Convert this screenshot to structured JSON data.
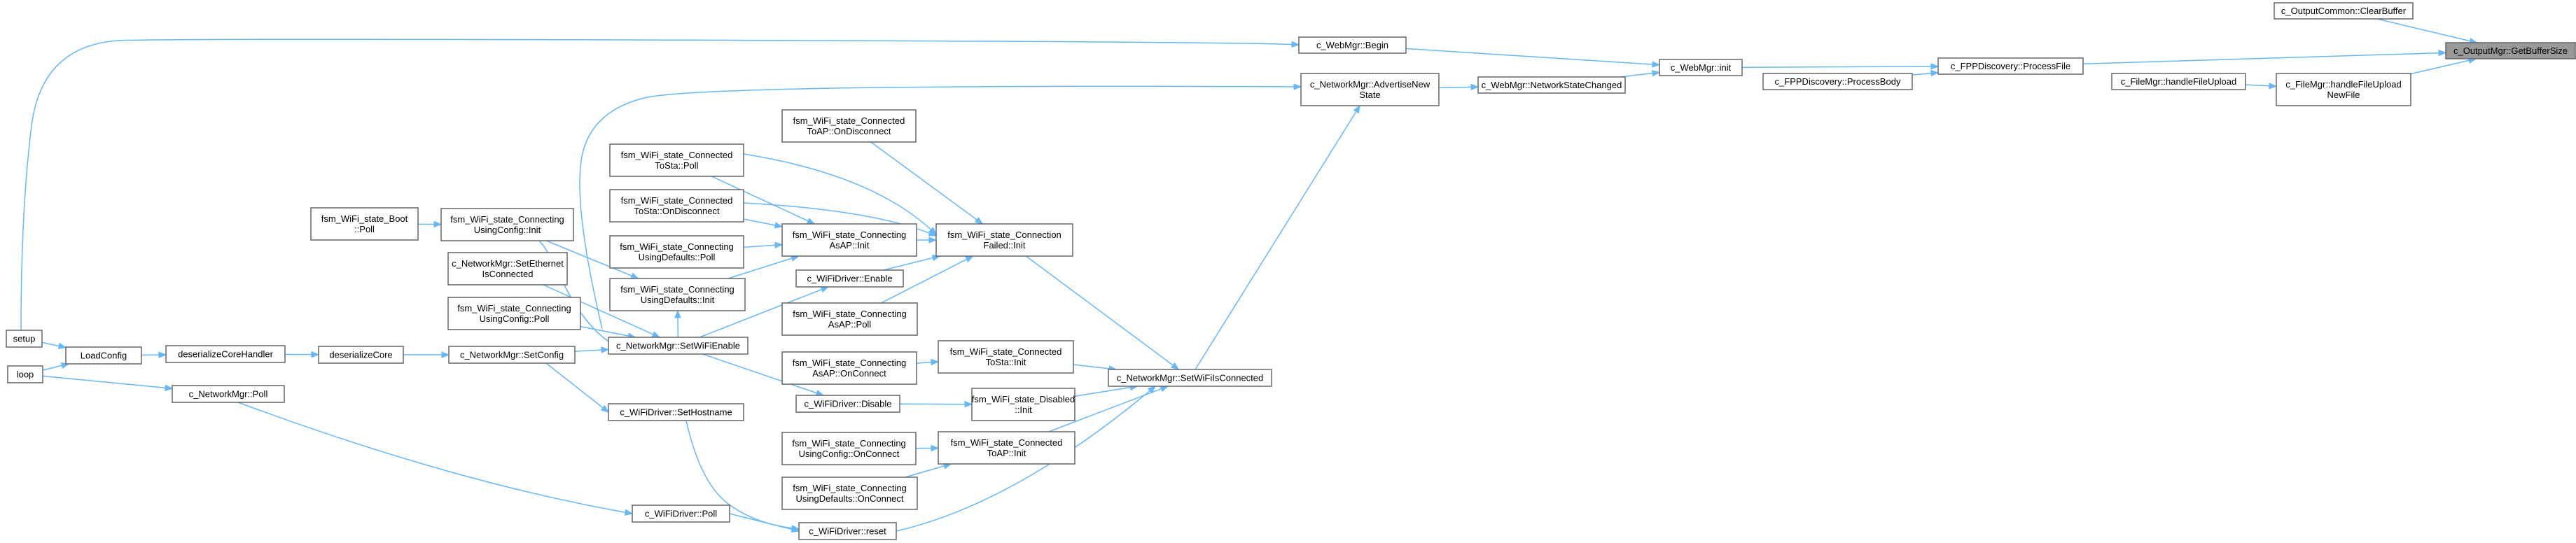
{
  "graph": {
    "root": "n_getbuffersize",
    "nodes": [
      {
        "id": "n_getbuffersize",
        "label": [
          "c_OutputMgr::GetBufferSize"
        ]
      },
      {
        "id": "n_clearbuffer",
        "label": [
          "c_OutputCommon::ClearBuffer"
        ]
      },
      {
        "id": "n_processfile",
        "label": [
          "c_FPPDiscovery::ProcessFile"
        ]
      },
      {
        "id": "n_handlefileuploadnewfile",
        "label": [
          "c_FileMgr::handleFileUpload",
          "NewFile"
        ]
      },
      {
        "id": "n_webmgr_init",
        "label": [
          "c_WebMgr::init"
        ]
      },
      {
        "id": "n_processbody",
        "label": [
          "c_FPPDiscovery::ProcessBody"
        ]
      },
      {
        "id": "n_handlefileupload",
        "label": [
          "c_FileMgr::handleFileUpload"
        ]
      },
      {
        "id": "n_webmgr_begin",
        "label": [
          "c_WebMgr::Begin"
        ]
      },
      {
        "id": "n_networkstatechanged",
        "label": [
          "c_WebMgr::NetworkStateChanged"
        ]
      },
      {
        "id": "n_advertisenewstate",
        "label": [
          "c_NetworkMgr::AdvertiseNew",
          "State"
        ]
      },
      {
        "id": "n_setup",
        "label": [
          "setup"
        ]
      },
      {
        "id": "n_setwifiisconnected",
        "label": [
          "c_NetworkMgr::SetWiFiIsConnected"
        ]
      },
      {
        "id": "n_connectionfailed_init",
        "label": [
          "fsm_WiFi_state_Connection",
          "Failed::Init"
        ]
      },
      {
        "id": "n_connectedtosta_init",
        "label": [
          "fsm_WiFi_state_Connected",
          "ToSta::Init"
        ]
      },
      {
        "id": "n_disabled_init",
        "label": [
          "fsm_WiFi_state_Disabled",
          "::Init"
        ]
      },
      {
        "id": "n_connectedtoap_init",
        "label": [
          "fsm_WiFi_state_Connected",
          "ToAP::Init"
        ]
      },
      {
        "id": "n_wifidriver_reset",
        "label": [
          "c_WiFiDriver::reset"
        ]
      },
      {
        "id": "n_connectedtoap_ondisconnect",
        "label": [
          "fsm_WiFi_state_Connected",
          "ToAP::OnDisconnect"
        ]
      },
      {
        "id": "n_connectedtosta_poll",
        "label": [
          "fsm_WiFi_state_Connected",
          "ToSta::Poll"
        ]
      },
      {
        "id": "n_connectedtosta_ondisconnect",
        "label": [
          "fsm_WiFi_state_Connected",
          "ToSta::OnDisconnect"
        ]
      },
      {
        "id": "n_connectingasap_init",
        "label": [
          "fsm_WiFi_state_Connecting",
          "AsAP::Init"
        ]
      },
      {
        "id": "n_wifidriver_enable",
        "label": [
          "c_WiFiDriver::Enable"
        ]
      },
      {
        "id": "n_connectingasap_poll",
        "label": [
          "fsm_WiFi_state_Connecting",
          "AsAP::Poll"
        ]
      },
      {
        "id": "n_connectingasap_onconnect",
        "label": [
          "fsm_WiFi_state_Connecting",
          "AsAP::OnConnect"
        ]
      },
      {
        "id": "n_wifidriver_disable",
        "label": [
          "c_WiFiDriver::Disable"
        ]
      },
      {
        "id": "n_connectingusingconfig_onconnect",
        "label": [
          "fsm_WiFi_state_Connecting",
          "UsingConfig::OnConnect"
        ]
      },
      {
        "id": "n_connectingusingdefaults_onconnect",
        "label": [
          "fsm_WiFi_state_Connecting",
          "UsingDefaults::OnConnect"
        ]
      },
      {
        "id": "n_connectingusingdefaults_poll",
        "label": [
          "fsm_WiFi_state_Connecting",
          "UsingDefaults::Poll"
        ]
      },
      {
        "id": "n_connectingusingconfig_init",
        "label": [
          "fsm_WiFi_state_Connecting",
          "UsingConfig::Init"
        ]
      },
      {
        "id": "n_connectingusingdefaults_init",
        "label": [
          "fsm_WiFi_state_Connecting",
          "UsingDefaults::Init"
        ]
      },
      {
        "id": "n_setwifienable",
        "label": [
          "c_NetworkMgr::SetWiFiEnable"
        ]
      },
      {
        "id": "n_boot_poll",
        "label": [
          "fsm_WiFi_state_Boot",
          "::Poll"
        ]
      },
      {
        "id": "n_setethernetisconnected",
        "label": [
          "c_NetworkMgr::SetEthernet",
          "IsConnected"
        ]
      },
      {
        "id": "n_connectingusingconfig_poll",
        "label": [
          "fsm_WiFi_state_Connecting",
          "UsingConfig::Poll"
        ]
      },
      {
        "id": "n_setconfig",
        "label": [
          "c_NetworkMgr::SetConfig"
        ]
      },
      {
        "id": "n_sethostname",
        "label": [
          "c_WiFiDriver::SetHostname"
        ]
      },
      {
        "id": "n_wifidriver_poll",
        "label": [
          "c_WiFiDriver::Poll"
        ]
      },
      {
        "id": "n_deserializecore",
        "label": [
          "deserializeCore"
        ]
      },
      {
        "id": "n_deserializecorehandler",
        "label": [
          "deserializeCoreHandler"
        ]
      },
      {
        "id": "n_loadconfig",
        "label": [
          "LoadConfig"
        ]
      },
      {
        "id": "n_networkmgr_poll",
        "label": [
          "c_NetworkMgr::Poll"
        ]
      },
      {
        "id": "n_loop",
        "label": [
          "loop"
        ]
      }
    ],
    "edges": [
      {
        "from": "n_clearbuffer",
        "to": "n_getbuffersize"
      },
      {
        "from": "n_processfile",
        "to": "n_getbuffersize"
      },
      {
        "from": "n_handlefileuploadnewfile",
        "to": "n_getbuffersize"
      },
      {
        "from": "n_webmgr_init",
        "to": "n_processfile"
      },
      {
        "from": "n_processbody",
        "to": "n_processfile"
      },
      {
        "from": "n_handlefileupload",
        "to": "n_handlefileuploadnewfile"
      },
      {
        "from": "n_webmgr_begin",
        "to": "n_webmgr_init"
      },
      {
        "from": "n_networkstatechanged",
        "to": "n_webmgr_init"
      },
      {
        "from": "n_setup",
        "to": "n_webmgr_begin"
      },
      {
        "from": "n_advertisenewstate",
        "to": "n_networkstatechanged"
      },
      {
        "from": "n_setwifiisconnected",
        "to": "n_advertisenewstate"
      },
      {
        "from": "n_setwifienable",
        "to": "n_advertisenewstate"
      },
      {
        "from": "n_connectionfailed_init",
        "to": "n_setwifiisconnected"
      },
      {
        "from": "n_connectedtosta_init",
        "to": "n_setwifiisconnected"
      },
      {
        "from": "n_disabled_init",
        "to": "n_setwifiisconnected"
      },
      {
        "from": "n_connectedtoap_init",
        "to": "n_setwifiisconnected"
      },
      {
        "from": "n_wifidriver_reset",
        "to": "n_setwifiisconnected"
      },
      {
        "from": "n_connectedtoap_ondisconnect",
        "to": "n_connectionfailed_init"
      },
      {
        "from": "n_connectedtosta_poll",
        "to": "n_connectionfailed_init"
      },
      {
        "from": "n_connectedtosta_ondisconnect",
        "to": "n_connectionfailed_init"
      },
      {
        "from": "n_connectingasap_init",
        "to": "n_connectionfailed_init"
      },
      {
        "from": "n_wifidriver_enable",
        "to": "n_connectionfailed_init"
      },
      {
        "from": "n_connectingasap_poll",
        "to": "n_connectionfailed_init"
      },
      {
        "from": "n_connectingasap_onconnect",
        "to": "n_connectedtosta_init"
      },
      {
        "from": "n_wifidriver_disable",
        "to": "n_disabled_init"
      },
      {
        "from": "n_connectingusingconfig_onconnect",
        "to": "n_connectedtoap_init"
      },
      {
        "from": "n_connectingusingdefaults_onconnect",
        "to": "n_connectedtoap_init"
      },
      {
        "from": "n_wifidriver_poll",
        "to": "n_wifidriver_reset"
      },
      {
        "from": "n_sethostname",
        "to": "n_wifidriver_reset"
      },
      {
        "from": "n_connectedtosta_poll",
        "to": "n_connectingasap_init"
      },
      {
        "from": "n_connectedtosta_ondisconnect",
        "to": "n_connectingasap_init"
      },
      {
        "from": "n_connectingusingdefaults_poll",
        "to": "n_connectingasap_init"
      },
      {
        "from": "n_connectingusingdefaults_init",
        "to": "n_connectingasap_init"
      },
      {
        "from": "n_setwifienable",
        "to": "n_wifidriver_enable"
      },
      {
        "from": "n_setwifienable",
        "to": "n_wifidriver_disable"
      },
      {
        "from": "n_connectingusingconfig_init",
        "to": "n_connectingusingdefaults_init"
      },
      {
        "from": "n_setwifienable",
        "to": "n_connectingusingdefaults_init"
      },
      {
        "from": "n_boot_poll",
        "to": "n_connectingusingconfig_init"
      },
      {
        "from": "n_setwifienable",
        "to": "n_connectingusingconfig_init"
      },
      {
        "from": "n_setethernetisconnected",
        "to": "n_setwifienable"
      },
      {
        "from": "n_setconfig",
        "to": "n_setwifienable"
      },
      {
        "from": "n_connectingusingconfig_poll",
        "to": "n_setwifienable"
      },
      {
        "from": "n_setconfig",
        "to": "n_sethostname"
      },
      {
        "from": "n_deserializecore",
        "to": "n_setconfig"
      },
      {
        "from": "n_deserializecorehandler",
        "to": "n_deserializecore"
      },
      {
        "from": "n_loadconfig",
        "to": "n_deserializecorehandler"
      },
      {
        "from": "n_setup",
        "to": "n_loadconfig"
      },
      {
        "from": "n_loop",
        "to": "n_loadconfig"
      },
      {
        "from": "n_loop",
        "to": "n_networkmgr_poll"
      },
      {
        "from": "n_networkmgr_poll",
        "to": "n_wifidriver_poll"
      }
    ]
  },
  "colors": {
    "edge": "#63b8ff",
    "node_border": "#666666",
    "node_fill": "#ffffff",
    "root_fill": "#999999"
  }
}
